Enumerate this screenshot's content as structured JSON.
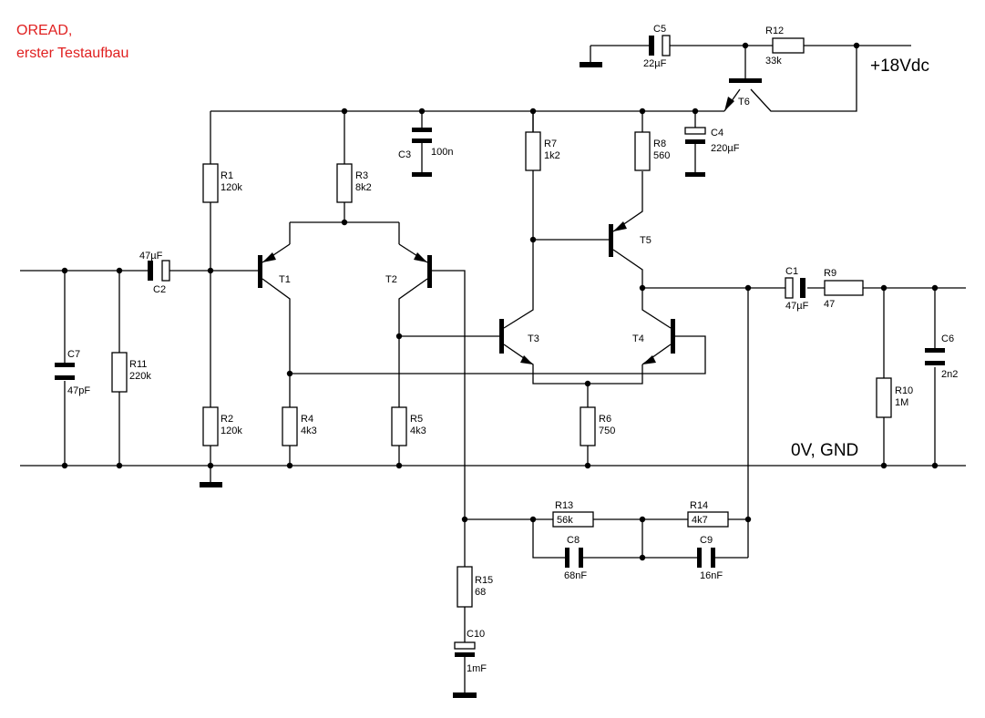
{
  "title": {
    "line1": "OREAD,",
    "line2": "erster Testaufbau",
    "color": "#e02020"
  },
  "rails": {
    "supply": "+18Vdc",
    "ground": "0V, GND"
  },
  "transistors": [
    "T1",
    "T2",
    "T3",
    "T4",
    "T5",
    "T6"
  ],
  "resistors": [
    {
      "ref": "R1",
      "value": "120k"
    },
    {
      "ref": "R2",
      "value": "120k"
    },
    {
      "ref": "R3",
      "value": "8k2"
    },
    {
      "ref": "R4",
      "value": "4k3"
    },
    {
      "ref": "R5",
      "value": "4k3"
    },
    {
      "ref": "R6",
      "value": "750"
    },
    {
      "ref": "R7",
      "value": "1k2"
    },
    {
      "ref": "R8",
      "value": "560"
    },
    {
      "ref": "R9",
      "value": "47"
    },
    {
      "ref": "R10",
      "value": "1M"
    },
    {
      "ref": "R11",
      "value": "220k"
    },
    {
      "ref": "R12",
      "value": "33k"
    },
    {
      "ref": "R13",
      "value": "56k"
    },
    {
      "ref": "R14",
      "value": "4k7"
    },
    {
      "ref": "R15",
      "value": "68"
    }
  ],
  "capacitors": [
    {
      "ref": "C1",
      "value": "47µF"
    },
    {
      "ref": "C2",
      "value": "47µF"
    },
    {
      "ref": "C3",
      "value": "100n"
    },
    {
      "ref": "C4",
      "value": "220µF"
    },
    {
      "ref": "C5",
      "value": "22µF"
    },
    {
      "ref": "C6",
      "value": "2n2"
    },
    {
      "ref": "C7",
      "value": "47pF"
    },
    {
      "ref": "C8",
      "value": "68nF"
    },
    {
      "ref": "C9",
      "value": "16nF"
    },
    {
      "ref": "C10",
      "value": "1mF"
    }
  ]
}
